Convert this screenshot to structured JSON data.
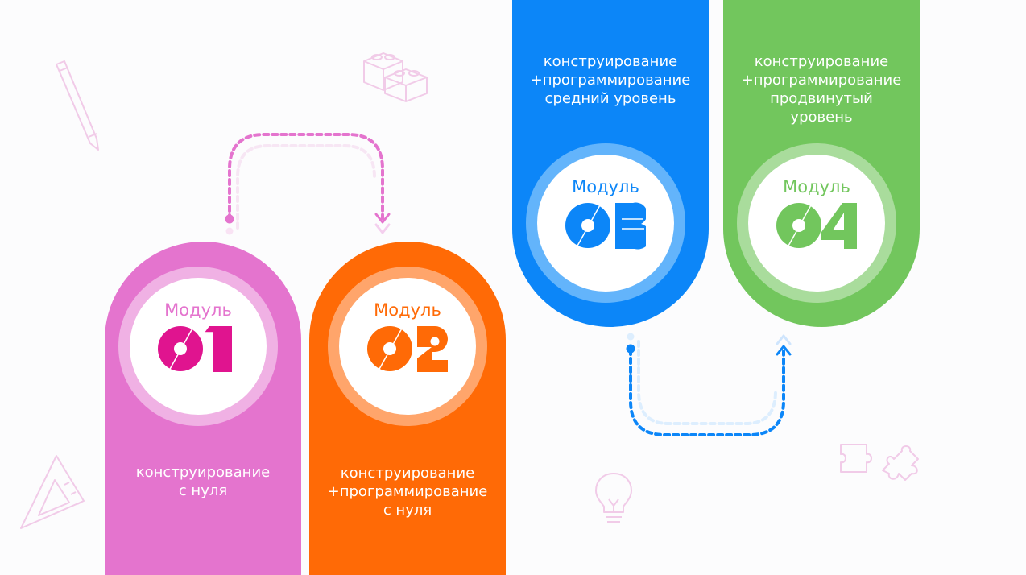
{
  "colors": {
    "background": "#fcfcfd",
    "pink": "#e474ce",
    "pink_number": "#e0148f",
    "orange": "#ff6a06",
    "blue": "#0c86f8",
    "green": "#72c65d"
  },
  "icons": [
    "pencil-icon",
    "lego-bricks-icon",
    "ruler-triangle-icon",
    "lightbulb-icon",
    "puzzle-icon"
  ],
  "modules": [
    {
      "label": "Модуль",
      "number": "01",
      "description": "конструирование\nс нуля"
    },
    {
      "label": "Модуль",
      "number": "02",
      "description": "конструирование\n+программирование\nс нуля"
    },
    {
      "label": "Модуль",
      "number": "03",
      "description": "конструирование\n+программирование\nсредний уровень"
    },
    {
      "label": "Модуль",
      "number": "04",
      "description": "конструирование\n+программирование\nпродвинутый\nуровень"
    }
  ]
}
